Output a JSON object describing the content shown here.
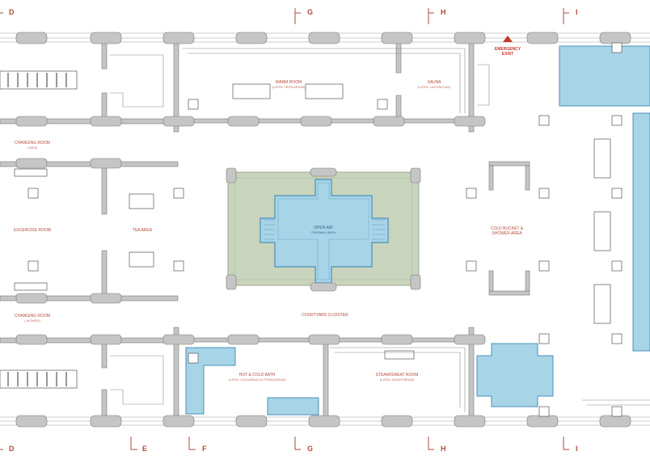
{
  "colors": {
    "pool": "#a8d4e8",
    "pool_edge": "#4a90b8",
    "garden": "#c9d4bd",
    "wall": "#c5c5c5",
    "wall_edge": "#7a7a7a",
    "label": "#b24a3a",
    "grid": "#b24a3a"
  },
  "rooms": {
    "warm_room": {
      "name": "WARM ROOM",
      "latin": "(LATIN: TEPIDARIUM)"
    },
    "sauna": {
      "name": "SAUNA",
      "latin": "(LATIN: LACONICUM)"
    },
    "changing_men": {
      "name": "CHANGING ROOM",
      "sub": "( MEN)"
    },
    "exercise": {
      "name": "EXCERCISE ROOM"
    },
    "tea": {
      "name": "TEA AREA"
    },
    "thermal_bath": {
      "name": "OPEN AIR",
      "sub": "THERMAL BATH"
    },
    "cold_bucket": {
      "name": "COLD BUCKET &",
      "sub": "SHOWER AREA"
    },
    "changing_women": {
      "name": "CHANGING ROOM",
      "sub": "( WOMEN)"
    },
    "courtyard": {
      "name": "COURTYARD CLOISTER"
    },
    "hot_cold": {
      "name": "HOT & COLD BATH",
      "latin": "(LATIN: CALDARIUM & FRIGIDARIUM)"
    },
    "steam": {
      "name": "STEAM/SWEAT ROOM",
      "latin": "(LATIN: SUDATORIUM)"
    }
  },
  "emergency": {
    "line1": "EMERGENCY",
    "line2": "EXIST"
  },
  "grid_top": [
    "D",
    "G",
    "H",
    "I"
  ],
  "grid_bottom": [
    "D",
    "E",
    "F",
    "G",
    "H",
    "I"
  ]
}
